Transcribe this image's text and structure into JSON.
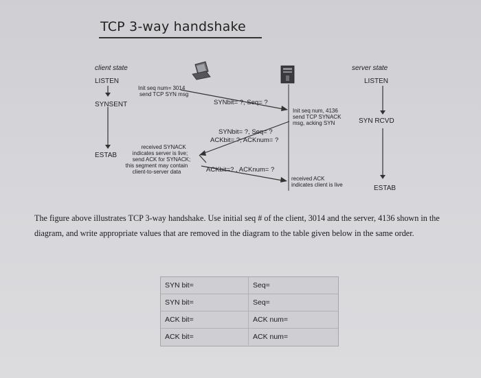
{
  "title": "TCP 3-way handshake",
  "client_state_label": "client state",
  "server_state_label": "server state",
  "client_states": {
    "listen": "LISTEN",
    "synsent": "SYNSENT",
    "estab": "ESTAB"
  },
  "server_states": {
    "listen": "LISTEN",
    "synrcvd": "SYN RCVD",
    "estab": "ESTAB"
  },
  "client_notes": {
    "init_line1": "Init seq num= 3014",
    "init_line2": "send TCP SYN msg",
    "rcv_line1": "received SYNACK",
    "rcv_line2": "indicates server is live;",
    "rcv_line3": "send ACK for SYNACK;",
    "rcv_line4": "this segment may contain",
    "rcv_line5": "client-to-server data"
  },
  "server_notes": {
    "init_line1": "Init seq num, 4136",
    "init_line2": "send TCP SYNACK",
    "init_line3": "msg, acking SYN",
    "rcv_line1": "received ACK",
    "rcv_line2": "indicates client is live"
  },
  "messages": {
    "syn": "SYNbit= ?, Seq= ?",
    "synack_line1": "SYNbit= ?, Seq= ?",
    "synack_line2": "ACKbit= ?; ACKnum= ?",
    "ack": "ACKbit=? , ACKnum= ?"
  },
  "instruction": "The figure above illustrates TCP 3-way handshake. Use initial seq # of the client, 3014 and the server, 4136 shown in the diagram, and write appropriate values that are removed in the diagram to the table given below in the same order.",
  "table": {
    "rows": [
      {
        "left": "SYN bit=",
        "right": "Seq="
      },
      {
        "left": "SYN bit=",
        "right": "Seq="
      },
      {
        "left": "ACK bit=",
        "right": "ACK num="
      },
      {
        "left": "ACK bit=",
        "right": "ACK num="
      }
    ]
  },
  "icons": {
    "client_host": "laptop-icon",
    "server_host": "server-tower-icon"
  }
}
